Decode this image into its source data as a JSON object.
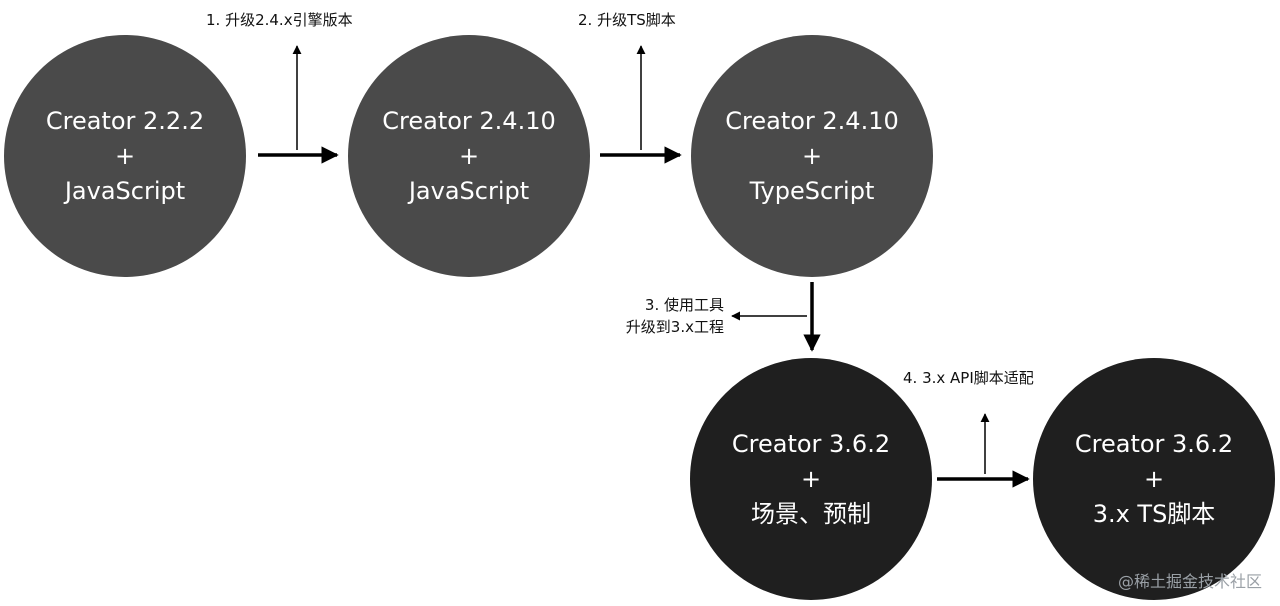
{
  "colors": {
    "stage_gray": "#4a4a4a",
    "stage_dark": "#1f1f1f",
    "arrow": "#000000",
    "label": "#111111",
    "watermark": "#9aa0a6"
  },
  "nodes": [
    {
      "line1": "Creator 2.2.2",
      "line2": "+",
      "line3": "JavaScript"
    },
    {
      "line1": "Creator 2.4.10",
      "line2": "+",
      "line3": "JavaScript"
    },
    {
      "line1": "Creator 2.4.10",
      "line2": "+",
      "line3": "TypeScript"
    },
    {
      "line1": "Creator 3.6.2",
      "line2": "+",
      "line3": "场景、预制"
    },
    {
      "line1": "Creator 3.6.2",
      "line2": "+",
      "line3": "3.x TS脚本"
    }
  ],
  "steps": {
    "s1": "1. 升级2.4.x引擎版本",
    "s2": "2. 升级TS脚本",
    "s3_line1": "3. 使用工具",
    "s3_line2": "升级到3.x工程",
    "s4": "4. 3.x API脚本适配"
  },
  "watermark": "@稀土掘金技术社区"
}
